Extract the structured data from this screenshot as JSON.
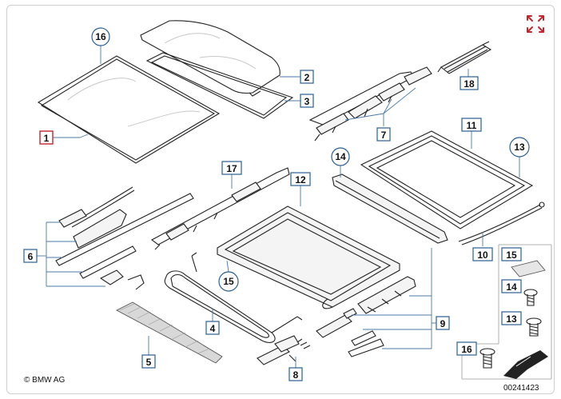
{
  "copyright": "© BMW AG",
  "diagram_id": "00241423",
  "callouts": {
    "c1": "1",
    "c2": "2",
    "c3": "3",
    "c4": "4",
    "c5": "5",
    "c6": "6",
    "c7": "7",
    "c8": "8",
    "c9": "9",
    "c10": "10",
    "c11": "11",
    "c12": "12",
    "c13": "13",
    "c14": "14",
    "c15": "15",
    "c16": "16",
    "c17": "17",
    "c18": "18",
    "c13b": "13",
    "c14b": "14",
    "c15b": "15",
    "c16b": "16"
  },
  "colors": {
    "accent": "#2b5f93",
    "highlight": "#c0262d"
  },
  "icons": {
    "expand": "expand-arrows-icon"
  }
}
